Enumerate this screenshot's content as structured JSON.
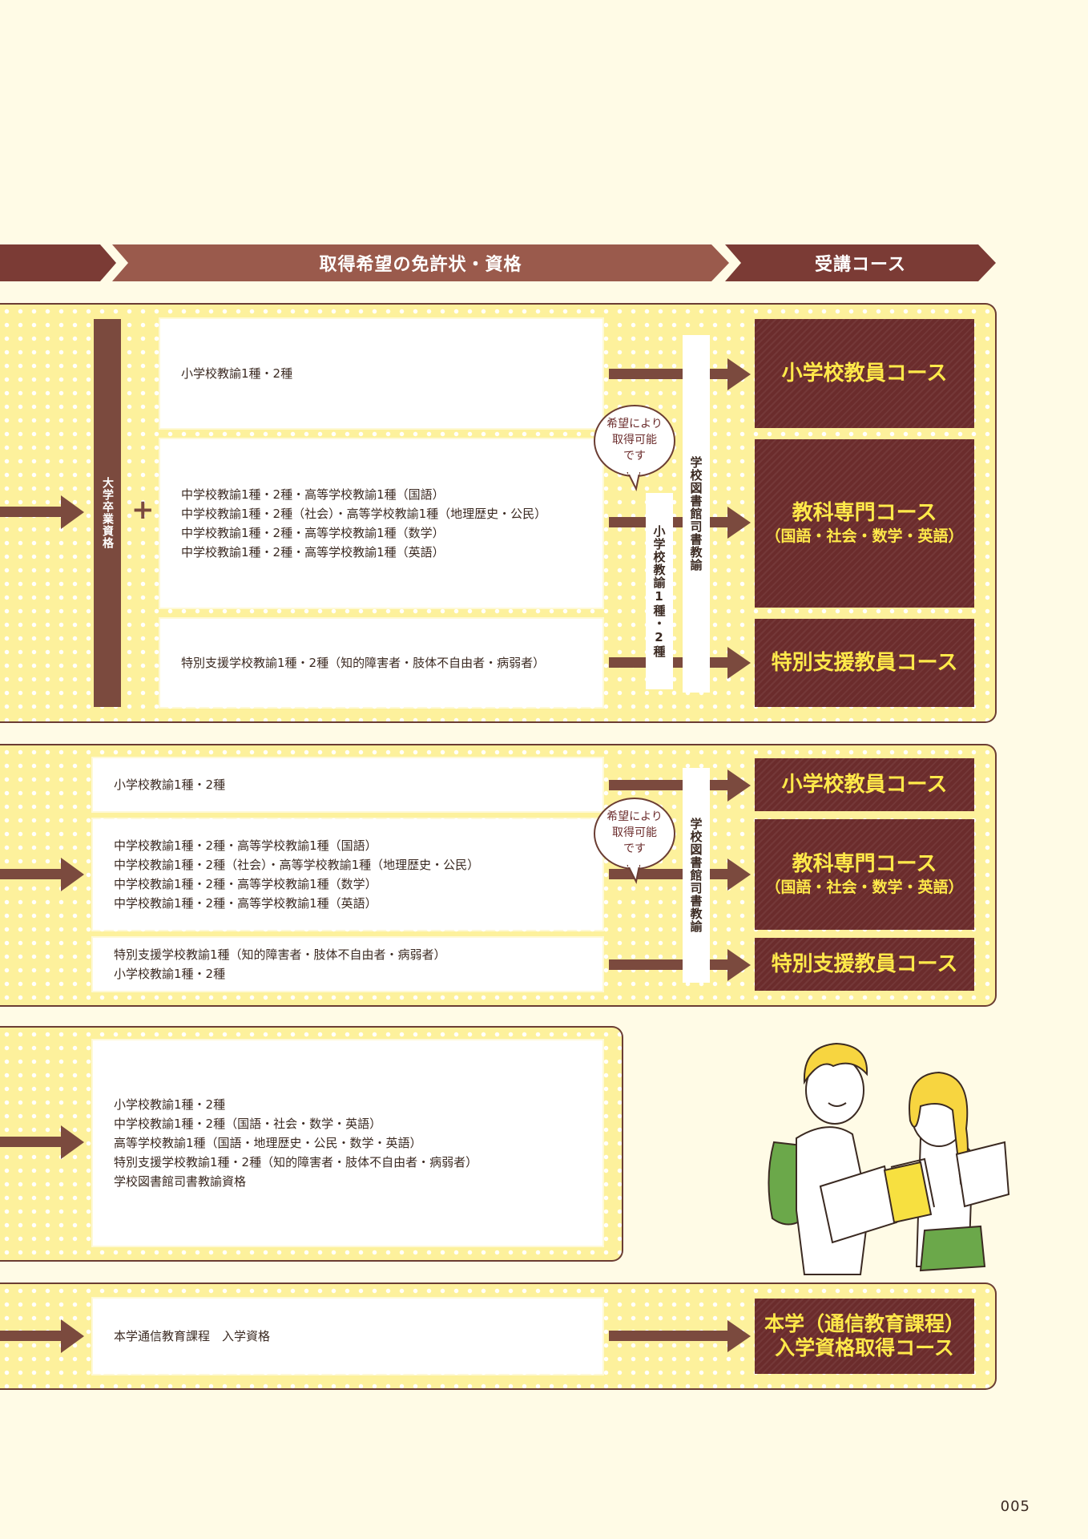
{
  "header": {
    "col_license": "取得希望の免許状・資格",
    "col_course": "受講コース"
  },
  "section1": {
    "left_label": "大学卒業資格",
    "plus": "+",
    "boxes": [
      [
        "小学校教諭1種・2種"
      ],
      [
        "中学校教諭1種・2種・高等学校教諭1種（国語）",
        "中学校教諭1種・2種（社会）・高等学校教諭1種（地理歴史・公民）",
        "中学校教諭1種・2種・高等学校教諭1種（数学）",
        "中学校教諭1種・2種・高等学校教諭1種（英語）"
      ],
      [
        "特別支援学校教諭1種・2種（知的障害者・肢体不自由者・病弱者）"
      ]
    ],
    "bubble": "希望により\n取得可能\nです",
    "vlabel_library": "学校図書館司書教諭",
    "vlabel_elementary": "小学校教諭1種・2種",
    "courses": [
      {
        "name": "小学校教員コース",
        "sub": ""
      },
      {
        "name": "教科専門コース",
        "sub": "（国語・社会・数学・英語）"
      },
      {
        "name": "特別支援教員コース",
        "sub": ""
      }
    ]
  },
  "section2": {
    "boxes": [
      [
        "小学校教諭1種・2種"
      ],
      [
        "中学校教諭1種・2種・高等学校教諭1種（国語）",
        "中学校教諭1種・2種（社会）・高等学校教諭1種（地理歴史・公民）",
        "中学校教諭1種・2種・高等学校教諭1種（数学）",
        "中学校教諭1種・2種・高等学校教諭1種（英語）"
      ],
      [
        "特別支援学校教諭1種（知的障害者・肢体不自由者・病弱者）",
        "小学校教諭1種・2種"
      ]
    ],
    "bubble": "希望により\n取得可能\nです",
    "vlabel_library": "学校図書館司書教諭",
    "courses": [
      {
        "name": "小学校教員コース",
        "sub": ""
      },
      {
        "name": "教科専門コース",
        "sub": "（国語・社会・数学・英語）"
      },
      {
        "name": "特別支援教員コース",
        "sub": ""
      }
    ]
  },
  "section3": {
    "lines": [
      "小学校教諭1種・2種",
      "中学校教諭1種・2種（国語・社会・数学・英語）",
      "高等学校教諭1種（国語・地理歴史・公民・数学・英語）",
      "特別支援学校教諭1種・2種（知的障害者・肢体不自由者・病弱者）",
      "学校図書館司書教諭資格"
    ]
  },
  "section4": {
    "line": "本学通信教育課程　入学資格",
    "course_line1": "本学（通信教育課程）",
    "course_line2": "入学資格取得コース"
  },
  "page_number": "005",
  "colors": {
    "brown": "#6b2c2c",
    "arrow": "#7b4a3e",
    "yellow": "#fdf19c",
    "course_text": "#ffe94a"
  }
}
